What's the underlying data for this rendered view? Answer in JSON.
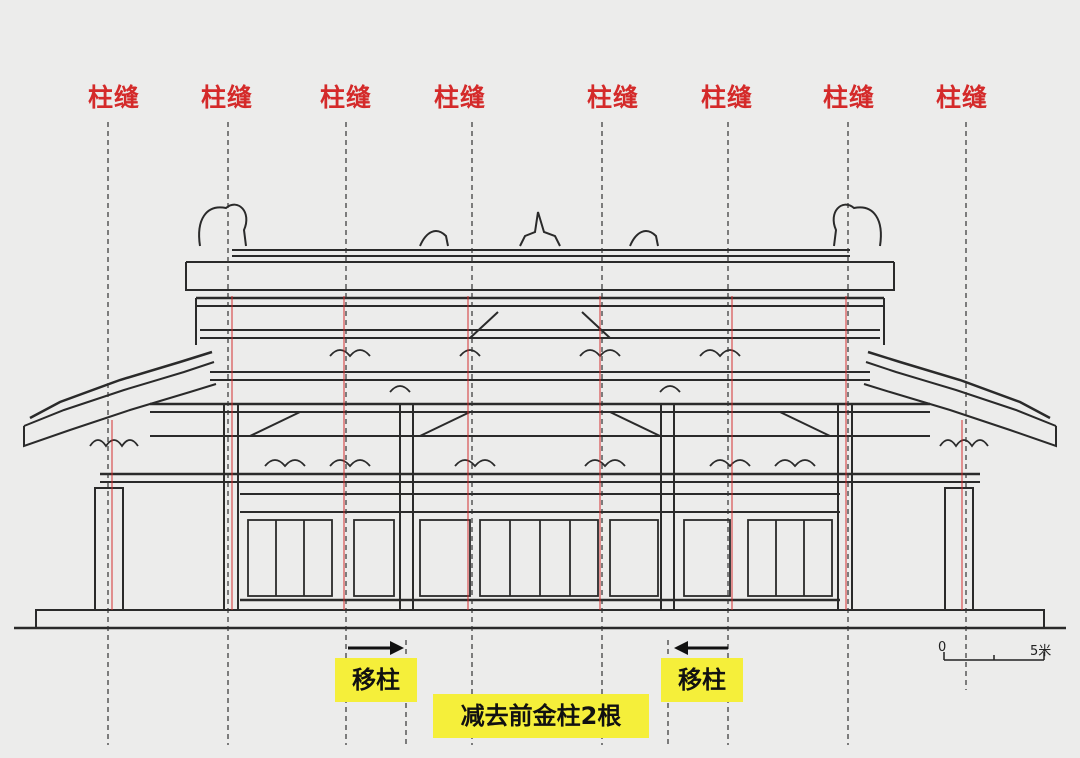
{
  "column_labels": [
    "柱缝",
    "柱缝",
    "柱缝",
    "柱缝",
    "柱缝",
    "柱缝",
    "柱缝",
    "柱缝"
  ],
  "annotations": {
    "move_column_left": "移柱",
    "move_column_right": "移柱",
    "removed_columns": "减去前金柱2根"
  },
  "scale_bar": {
    "start": "0",
    "end": "5米"
  },
  "colors": {
    "label_red": "#d42a2a",
    "highlight_yellow": "#f5ef3a",
    "line_ink": "#2a2a2a",
    "background": "#ececeb"
  }
}
